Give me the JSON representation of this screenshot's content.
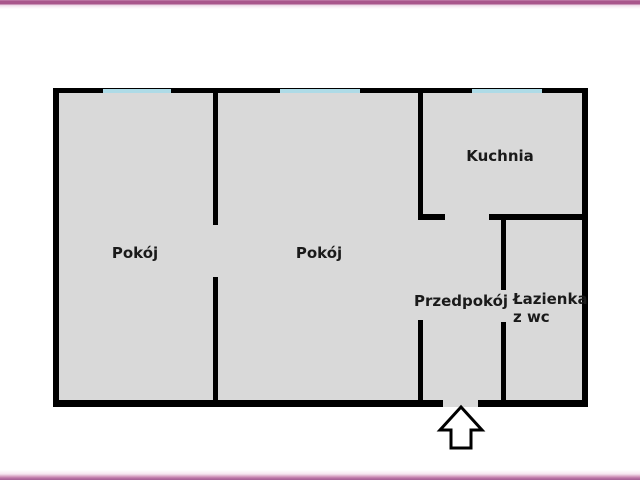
{
  "page": {
    "background": "#ffffff",
    "top_stripe_color": "#a9568c",
    "bottom_stripe_color": "#a25d92"
  },
  "floorplan": {
    "colors": {
      "floor": "#d9d9d9",
      "wall": "#000000",
      "window": "#aedbe7",
      "text": "#1a1a1a"
    },
    "rooms": {
      "room_left": {
        "label": "Pokój"
      },
      "room_middle": {
        "label": "Pokój"
      },
      "kitchen": {
        "label": "Kuchnia"
      },
      "hallway": {
        "label": "Przedpokój"
      },
      "bathroom": {
        "label_line1": "Łazienka",
        "label_line2": "z wc"
      }
    },
    "windows_count": 3,
    "entrance": {
      "icon": "up-arrow-entrance"
    }
  }
}
